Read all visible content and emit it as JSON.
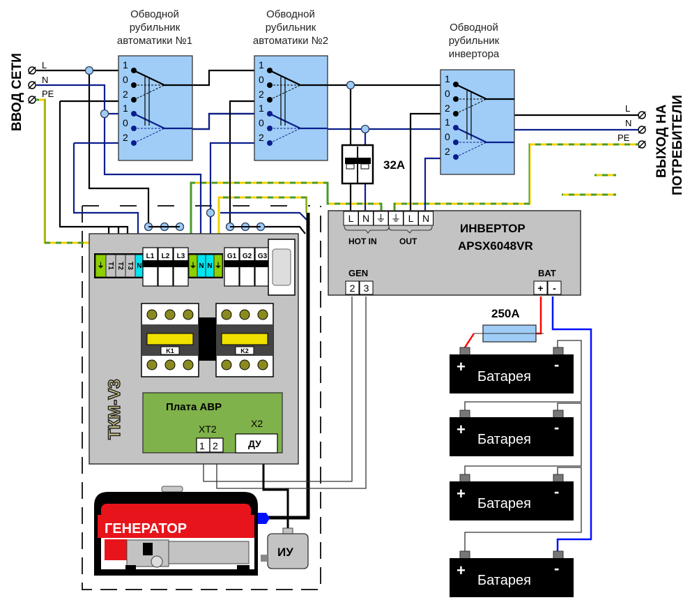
{
  "left_label": "ВВОД СЕТИ",
  "right_label": [
    "ВЫХОД НА",
    "ПОТРЕБИТЕЛИ"
  ],
  "input_terminals": [
    "L",
    "N",
    "PE"
  ],
  "output_terminals": [
    "L",
    "N",
    "PE"
  ],
  "switches": [
    {
      "title": [
        "Обводной",
        "рубильник",
        "автоматики №1"
      ],
      "positions": [
        "1",
        "0",
        "2",
        "1",
        "0",
        "2"
      ]
    },
    {
      "title": [
        "Обводной",
        "рубильник",
        "автоматики №2"
      ],
      "positions": [
        "1",
        "0",
        "2",
        "1",
        "0",
        "2"
      ]
    },
    {
      "title": [
        "Обводной",
        "рубильник",
        "инвертора"
      ],
      "positions": [
        "1",
        "0",
        "2",
        "1",
        "0",
        "2"
      ]
    }
  ],
  "breaker_rating": "32A",
  "inverter": {
    "name": "ИНВЕРТОР",
    "model": "APSX6048VR",
    "hot_in_label": "HOT IN",
    "out_label": "OUT",
    "hot_in_terminals": [
      "L",
      "N",
      "⏚"
    ],
    "out_terminals": [
      "⏚",
      "L",
      "N"
    ],
    "gen_label": "GEN",
    "gen_terminals": [
      "2",
      "3"
    ],
    "bat_label": "BAT",
    "bat_terminals": [
      "+",
      "-"
    ]
  },
  "fuse_rating": "250A",
  "batteries": [
    {
      "label": "Батарея",
      "plus": "+",
      "minus": "-"
    },
    {
      "label": "Батарея",
      "plus": "+",
      "minus": "-"
    },
    {
      "label": "Батарея",
      "plus": "+",
      "minus": "-"
    },
    {
      "label": "Батарея",
      "plus": "+",
      "minus": "-"
    }
  ],
  "tkm": {
    "name": "ТКМ-V3",
    "pe_terminals": [
      "⏚"
    ],
    "t_terminals": [
      "T1",
      "T2",
      "T3"
    ],
    "n_terminal": "N",
    "l_breakers": [
      "L1",
      "L2",
      "L3"
    ],
    "mid_terminals": [
      "⏚",
      "N",
      "N",
      "⏚"
    ],
    "g_breakers": [
      "G1",
      "G2",
      "G3"
    ],
    "contactors": [
      "K1",
      "K2"
    ],
    "board_title": "Плата АВР",
    "xt2_label": "XT2",
    "xt2_pins": [
      "1",
      "2"
    ],
    "x2_label": "X2",
    "x2_value": "ДУ"
  },
  "generator_label": "ГЕНЕРАТОР",
  "iu_label": "ИУ",
  "colors": {
    "phase": "#000000",
    "neutral": "#0b1e8c",
    "pe_yellow": "#f5d000",
    "pe_green": "#4a9a2a",
    "switch_fill": "#9fcdf7",
    "node_fill": "#9fcdf7",
    "panel_gray": "#c3c3c3",
    "board_green": "#7fb24a",
    "neutral_terminal": "#00e5f0",
    "battery_plus": "#ff0000",
    "battery_minus": "#0010ff",
    "generator_red": "#e8141b"
  }
}
